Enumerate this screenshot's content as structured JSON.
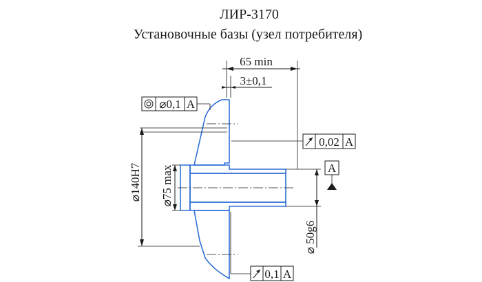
{
  "title": {
    "line1": "ЛИР-3170",
    "line2": "Установочные базы (узел потребителя)"
  },
  "dimensions": {
    "depth_min": "65 min",
    "shoulder": "3±0,1",
    "bore_diameter": "⌀140H7",
    "recess_diameter": "⌀75 max",
    "shaft_diameter": "⌀ 50g6"
  },
  "tolerances": {
    "coaxiality": {
      "symbol": "◎",
      "value": "⌀0,1",
      "datum": "A"
    },
    "runout_face": {
      "symbol": "↗",
      "value": "0,02",
      "datum": "A"
    },
    "runout_bottom": {
      "symbol": "↗",
      "value": "0,1",
      "datum": "A"
    }
  },
  "datum": {
    "label": "A"
  },
  "colors": {
    "part_outline": "#2f6fd6",
    "lines": "#1a1a1a"
  }
}
